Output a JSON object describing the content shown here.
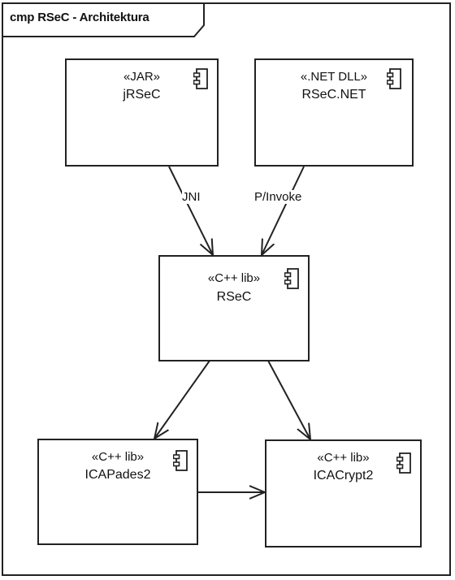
{
  "frame": {
    "title": "cmp RSeC - Architektura"
  },
  "components": {
    "jrsec": {
      "stereotype": "«JAR»",
      "name": "jRSeC"
    },
    "rsecnet": {
      "stereotype": "«.NET DLL»",
      "name": "RSeC.NET"
    },
    "rsec": {
      "stereotype": "«C++ lib»",
      "name": "RSeC"
    },
    "icapades": {
      "stereotype": "«C++ lib»",
      "name": "ICAPades2"
    },
    "icacrypt": {
      "stereotype": "«C++ lib»",
      "name": "ICACrypt2"
    }
  },
  "connectors": {
    "jni": "JNI",
    "pinvoke": "P/Invoke"
  },
  "icons": {
    "component": "component-icon"
  }
}
